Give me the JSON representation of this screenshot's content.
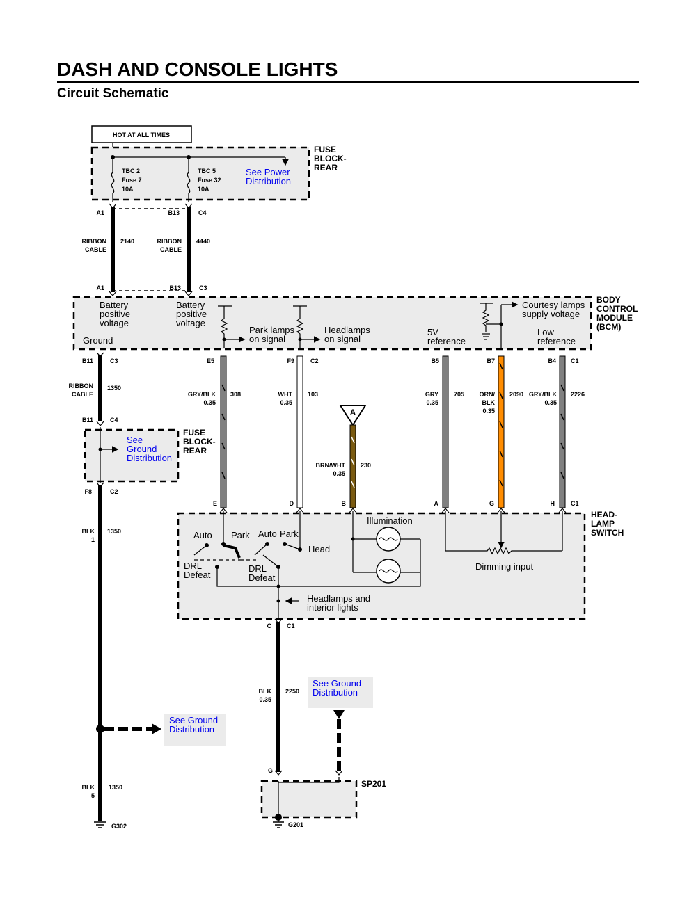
{
  "header": {
    "title": "DASH AND CONSOLE LIGHTS",
    "subtitle": "Circuit Schematic"
  },
  "colors": {
    "grey_wire": "#808080",
    "brown_wire": "#7a5a10",
    "orange_wire": "#ff8c00",
    "link_blue": "#0000ee",
    "box_fill": "#ebebeb"
  },
  "fuse_block": {
    "hot_label": "HOT AT ALL TIMES",
    "name": [
      "FUSE",
      "BLOCK-",
      "REAR"
    ],
    "fuse1": [
      "TBC 2",
      "Fuse 7",
      "10A"
    ],
    "fuse2": [
      "TBC 5",
      "Fuse 32",
      "10A"
    ],
    "link": [
      "See Power",
      "Distribution"
    ],
    "pins_top": [
      "A1",
      "B13",
      "C4"
    ]
  },
  "ribbon": {
    "label": [
      "RIBBON",
      "CABLE"
    ],
    "circuit1": "2140",
    "circuit2": "4440",
    "pins_bottom": [
      "A1",
      "B13",
      "C3"
    ]
  },
  "bcm": {
    "name": [
      "BODY",
      "CONTROL",
      "MODULE",
      "(BCM)"
    ],
    "batt1": [
      "Battery",
      "positive",
      "voltage"
    ],
    "batt2": [
      "Battery",
      "positive",
      "voltage"
    ],
    "ground": "Ground",
    "park": [
      "Park lamps",
      "on signal"
    ],
    "head": [
      "Headlamps",
      "on signal"
    ],
    "ref5v": [
      "5V",
      "reference"
    ],
    "courtesy": [
      "Courtesy lamps",
      "supply voltage"
    ],
    "lowref": [
      "Low",
      "reference"
    ],
    "pins": [
      "B11",
      "C3",
      "E5",
      "F9",
      "C2",
      "B5",
      "B7",
      "B4",
      "C1"
    ]
  },
  "wires": {
    "ribbon2": {
      "label": [
        "RIBBON",
        "CABLE"
      ],
      "circuit": "1350"
    },
    "w308": {
      "color": [
        "GRY/BLK",
        "0.35"
      ],
      "circuit": "308"
    },
    "w103": {
      "color": [
        "WHT",
        "0.35"
      ],
      "circuit": "103"
    },
    "w230": {
      "color": [
        "BRN/WHT",
        "0.35"
      ],
      "circuit": "230"
    },
    "w705": {
      "color": [
        "GRY",
        "0.35"
      ],
      "circuit": "705"
    },
    "w2090": {
      "color": [
        "ORN/",
        "BLK",
        "0.35"
      ],
      "circuit": "2090"
    },
    "w2226": {
      "color": [
        "GRY/BLK",
        "0.35"
      ],
      "circuit": "2226"
    },
    "blk1": {
      "color": [
        "BLK",
        "1"
      ],
      "circuit": "1350"
    },
    "blk5": {
      "color": [
        "BLK",
        "5"
      ],
      "circuit": "1350"
    },
    "blk035": {
      "color": [
        "BLK",
        "0.35"
      ],
      "circuit": "2250"
    }
  },
  "fuse_block2": {
    "name": [
      "FUSE",
      "BLOCK-",
      "REAR"
    ],
    "link": [
      "See",
      "Ground",
      "Distribution"
    ],
    "pins_top": [
      "B11",
      "C4"
    ],
    "pins_bottom": [
      "F8",
      "C2"
    ]
  },
  "connector_a": "A",
  "switch": {
    "name": [
      "HEAD-",
      "LAMP",
      "SWITCH"
    ],
    "pins": [
      "E",
      "D",
      "B",
      "A",
      "G",
      "H",
      "C1"
    ],
    "auto1": "Auto",
    "park1": "Park",
    "auto2": "Auto",
    "park2": "Park",
    "head": "Head",
    "drl1": [
      "DRL",
      "Defeat"
    ],
    "drl2": [
      "DRL",
      "Defeat"
    ],
    "illumination": "Illumination",
    "dimming": "Dimming input",
    "headlamps": [
      "Headlamps and",
      "interior lights"
    ],
    "pins_bottom": [
      "C",
      "C1"
    ]
  },
  "ground_links": {
    "link1": [
      "See Ground",
      "Distribution"
    ],
    "link2": [
      "See Ground",
      "Distribution"
    ]
  },
  "splice": {
    "name": "SP201",
    "pin": "G"
  },
  "grounds": {
    "g302": "G302",
    "g201": "G201"
  }
}
